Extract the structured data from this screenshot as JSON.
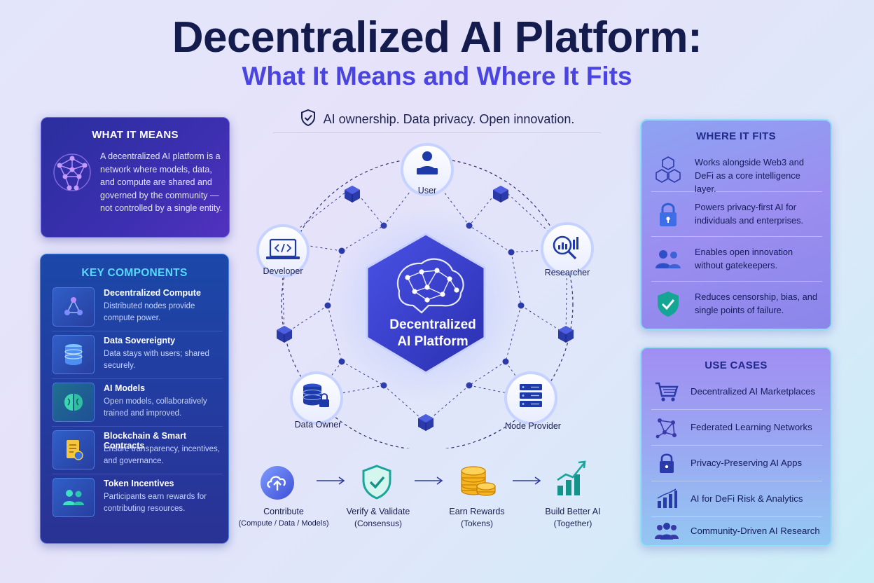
{
  "header": {
    "title": "Decentralized AI Platform:",
    "subtitle": "What It Means and Where It Fits",
    "tagline": "AI ownership. Data privacy. Open innovation."
  },
  "what_it_means": {
    "heading": "WHAT IT MEANS",
    "body": "A decentralized AI platform is a network where models, data, and compute are shared and governed by the community — not controlled by a single entity."
  },
  "key_components": {
    "heading": "KEY COMPONENTS",
    "items": [
      {
        "title": "Decentralized Compute",
        "desc": "Distributed nodes provide compute power.",
        "icon": "network-nodes-icon"
      },
      {
        "title": "Data Sovereignty",
        "desc": "Data stays with users; shared securely.",
        "icon": "database-icon"
      },
      {
        "title": "AI Models",
        "desc": "Open models, collaboratively trained and improved.",
        "icon": "brain-icon"
      },
      {
        "title": "Blockchain & Smart Contracts",
        "desc": "Ensure transparency, incentives, and governance.",
        "icon": "contract-document-icon"
      },
      {
        "title": "Token Incentives",
        "desc": "Participants earn rewards for contributing resources.",
        "icon": "people-icon"
      }
    ]
  },
  "diagram": {
    "center_line1": "Decentralized",
    "center_line2": "AI Platform",
    "roles": {
      "user": "User",
      "developer": "Developer",
      "researcher": "Researcher",
      "data_owner": "Data Owner",
      "node_provider": "Node Provider"
    }
  },
  "flow": [
    {
      "label": "Contribute",
      "sub": "(Compute / Data / Models)",
      "icon": "cloud-upload-icon"
    },
    {
      "label": "Verify & Validate",
      "sub": "(Consensus)",
      "icon": "shield-check-icon"
    },
    {
      "label": "Earn Rewards",
      "sub": "(Tokens)",
      "icon": "coins-icon"
    },
    {
      "label": "Build Better AI",
      "sub": "(Together)",
      "icon": "growth-chart-icon"
    }
  ],
  "where_it_fits": {
    "heading": "WHERE IT FITS",
    "items": [
      {
        "text": "Works alongside Web3 and DeFi as a core intelligence layer.",
        "icon": "cubes-icon"
      },
      {
        "text": "Powers privacy-first AI for individuals and enterprises.",
        "icon": "lock-icon"
      },
      {
        "text": "Enables open innovation without gatekeepers.",
        "icon": "users-icon"
      },
      {
        "text": "Reduces censorship, bias, and single points of failure.",
        "icon": "shield-check-icon"
      }
    ]
  },
  "use_cases": {
    "heading": "USE CASES",
    "items": [
      {
        "text": "Decentralized AI Marketplaces",
        "icon": "cart-icon"
      },
      {
        "text": "Federated Learning Networks",
        "icon": "network-icon"
      },
      {
        "text": "Privacy-Preserving AI Apps",
        "icon": "lock-icon"
      },
      {
        "text": "AI for DeFi Risk & Analytics",
        "icon": "bar-chart-icon"
      },
      {
        "text": "Community-Driven AI Research",
        "icon": "community-icon"
      }
    ]
  },
  "colors": {
    "title": "#141b4d",
    "subtitle": "#4a44e0",
    "accent_cyan": "#5ad9ff",
    "panel_blue": "#233ca0",
    "node_blue": "#2a3aa8"
  }
}
